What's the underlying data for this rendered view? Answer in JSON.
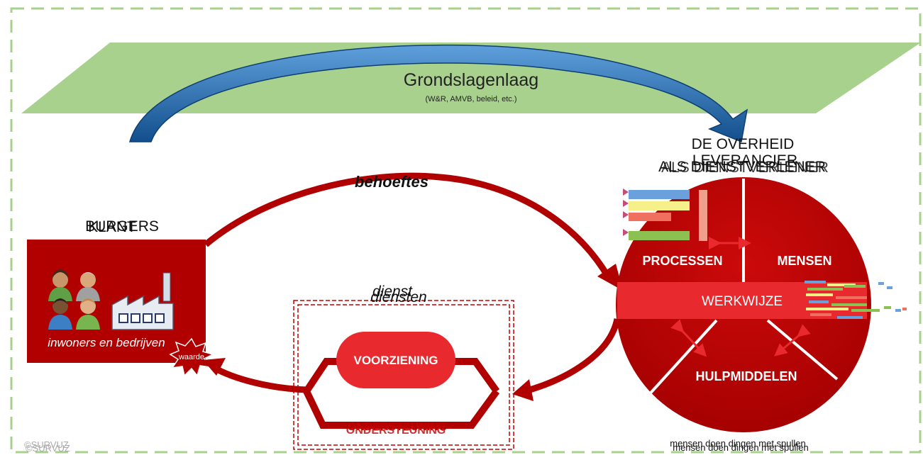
{
  "foundation": {
    "title": "Grondslagenlaag",
    "subtitle": "(W&R, AMVB, beleid, etc.)"
  },
  "government": {
    "heading_line1": "DE OVERHEID",
    "heading_line2": "ALS DIENSTVERLENER",
    "overlay_line1": "LEVERANCIER",
    "overlay_line2": "ALS DIENSTVERLENER",
    "segments": {
      "processes": "PROCESSEN",
      "people": "MENSEN",
      "tools": "HULPMIDDELEN"
    },
    "band_label": "WERKWIJZE",
    "caption_a": "mensen doen dingen met spullen",
    "caption_b": "mensen doen dingen met spullen"
  },
  "citizens": {
    "heading_a": "BURGERS",
    "heading_b": "KLANT",
    "caption": "inwoners en bedrijven",
    "value_label": "waarde"
  },
  "flows": {
    "needs_label": "behoeftes"
  },
  "service": {
    "title_a": "dienst",
    "title_b": "diensten",
    "provision": "VOORZIENING",
    "support_a": "ONDERSTEUNING",
    "support_b": "ONDERSTEUNING"
  },
  "footer": {
    "copyright_a": "©SURVUZ",
    "copyright_b": "©SURVUZ"
  },
  "colors": {
    "dark_red": "#b00000",
    "bright_red": "#e8292e",
    "green_layer": "#a9d18e",
    "blue_arrow": "#1f6bb5",
    "dashed_border": "#a9d18e"
  }
}
